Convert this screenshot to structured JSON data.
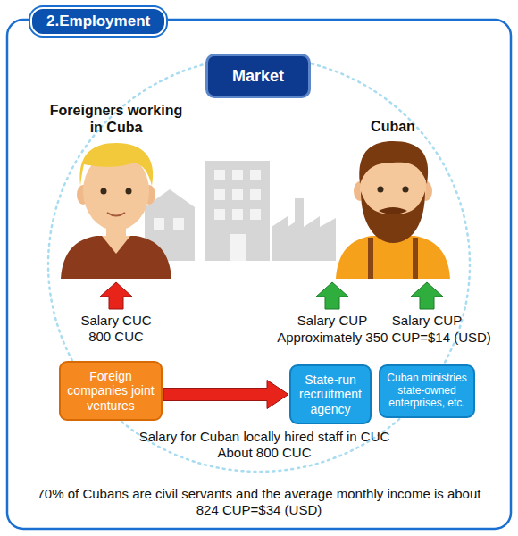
{
  "diagram": {
    "title": "2.Employment",
    "caption": "70% of Cubans are civil servants and the average monthly income is about 824 CUP=$34 (USD)",
    "nodes": [
      {
        "text": [
          "Market"
        ]
      },
      {
        "text": [
          "Foreign companies joint ventures"
        ]
      },
      {
        "text": [
          "State-run recruitment agency"
        ]
      },
      {
        "text": [
          "Cuban ministries state-owned enterprises, etc."
        ]
      }
    ],
    "edges": [
      {
        "from": 1,
        "to": 2,
        "arrow": "to"
      }
    ],
    "labels": [
      "Foreigners working in Cuba",
      "Cuban",
      "Salary CUC 800 CUC",
      "Salary CUP",
      "Salary CUP",
      "Approximately 350 CUP=$14 (USD)",
      "Salary for Cuban locally hired staff in CUC About 800 CUC"
    ]
  }
}
